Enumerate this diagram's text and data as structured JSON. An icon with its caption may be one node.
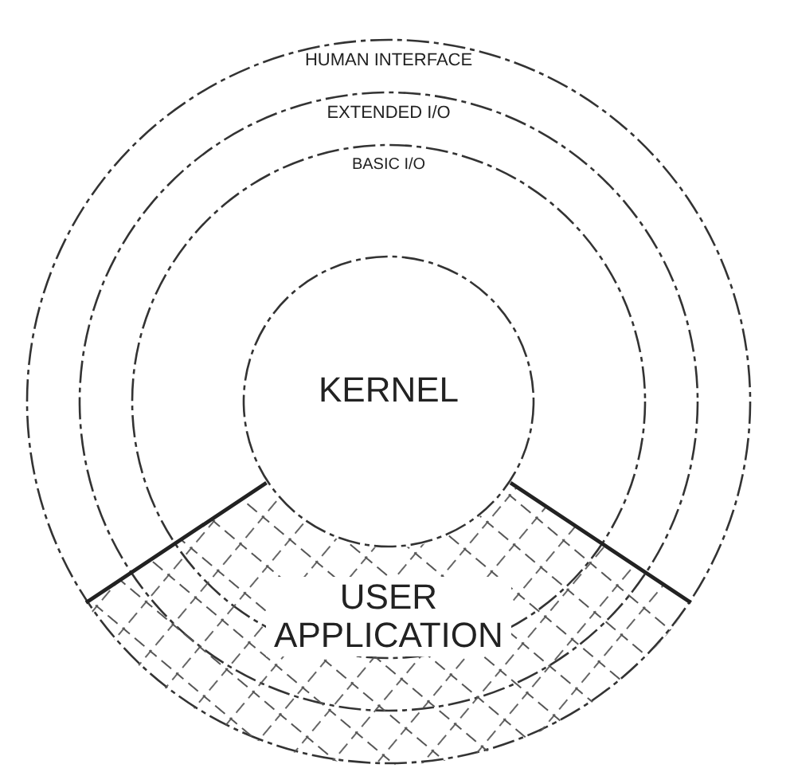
{
  "diagram": {
    "nodes": [
      {
        "text": [
          "HUMAN INTERFACE"
        ]
      },
      {
        "text": [
          "EXTENDED I/O"
        ],
        "in": 0
      },
      {
        "text": [
          "BASIC I/O"
        ],
        "in": 1
      },
      {
        "text": [
          "KERNEL"
        ],
        "in": 2
      },
      {
        "text": [
          "USER APPLICATION"
        ],
        "in": 0
      }
    ]
  }
}
